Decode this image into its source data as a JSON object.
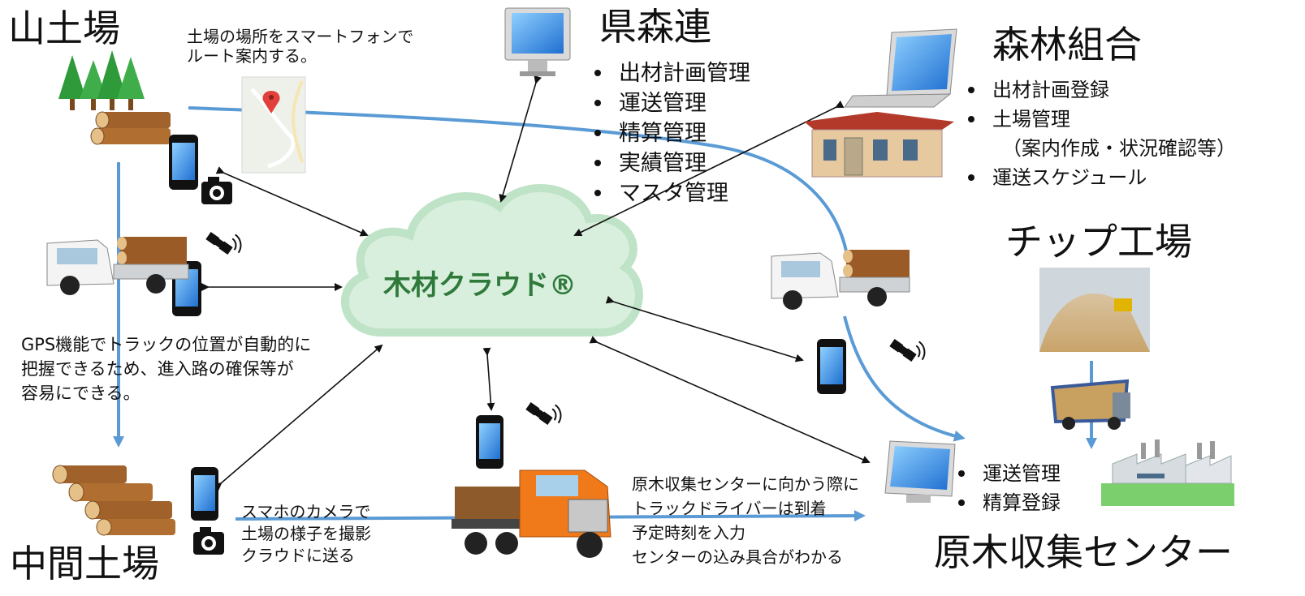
{
  "labels": {
    "yamadoba": "山土場",
    "kenshinren": "県森連",
    "shinrin_kumiai": "森林組合",
    "chip_factory": "チップ工場",
    "chukan_doba": "中間土場",
    "genboku_center": "原木収集センター",
    "cloud": "木材クラウド®"
  },
  "kenshinren_items": [
    "出材計画管理",
    "運送管理",
    "精算管理",
    "実績管理",
    "マスタ管理"
  ],
  "kumiai_items": [
    "出材計画登録",
    "土場管理",
    "（案内作成・状況確認等）",
    "運送スケジュール"
  ],
  "center_items": [
    "運送管理",
    "精算登録"
  ],
  "notes": {
    "map_line1": "土場の場所をスマートフォンで",
    "map_line2": "ルート案内する。",
    "gps_line1": "GPS機能でトラックの位置が自動的に",
    "gps_line2": "把握できるため、進入路の確保等が",
    "gps_line3": "容易にできる。",
    "camera_line1": "スマホのカメラで",
    "camera_line2": "土場の様子を撮影",
    "camera_line3": "クラウドに送る",
    "arrive_line1": "原木収集センターに向かう際に",
    "arrive_line2": "トラックドライバーは到着",
    "arrive_line3": "予定時刻を入力",
    "arrive_line4": "センターの込み具合がわかる"
  },
  "colors": {
    "flow_blue": "#5b9bd5",
    "cloud_green": "#bfe3c6",
    "cloud_text": "#2f7a3b",
    "truck_orange": "#f07a1a",
    "tree_green": "#2e9a3a",
    "log_brown": "#a0612a"
  }
}
